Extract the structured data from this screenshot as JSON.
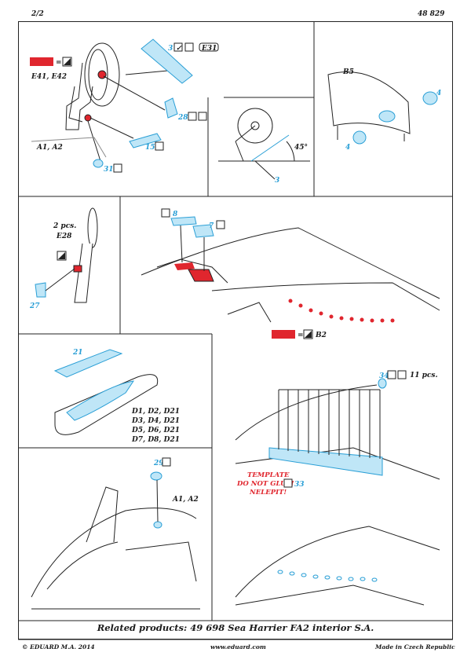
{
  "header": {
    "page": "2/2",
    "kit_number": "48 829"
  },
  "colors": {
    "accent_blue": "#2a9fd6",
    "part_blue": "#6cc8ec",
    "red": "#e0262e",
    "line": "#222222"
  },
  "panel_a": {
    "color_ref": "E41, E42",
    "unit_label": "A1, A2",
    "parts": [
      "3",
      "28",
      "15",
      "31"
    ],
    "color_code": "E31"
  },
  "panel_b": {
    "angle": "45°",
    "part": "3"
  },
  "panel_c": {
    "assembly": "B5",
    "parts": [
      "4",
      "4"
    ]
  },
  "panel_d": {
    "qty": "2 pcs.",
    "code": "E28",
    "part": "27"
  },
  "panel_e": {
    "parts": [
      "8",
      "7"
    ],
    "paint_ref": "B2"
  },
  "panel_f": {
    "part": "21",
    "labels": [
      "D1, D2, D21",
      "D3, D4, D21",
      "D5, D6, D21",
      "D7, D8, D21"
    ]
  },
  "panel_g": {
    "part": "34",
    "qty": "11 pcs.",
    "template": [
      "TEMPLATE",
      "DO NOT GLUE!",
      "NELEPIT!"
    ],
    "template_part": "33"
  },
  "panel_h": {
    "part": "29",
    "unit_label": "A1, A2"
  },
  "footer": {
    "related": "Related products: 49 698 Sea Harrier FA2 interior S.A.",
    "copyright": "© EDUARD  M.A. 2014",
    "website": "www.eduard.com",
    "origin": "Made in Czech Republic"
  }
}
